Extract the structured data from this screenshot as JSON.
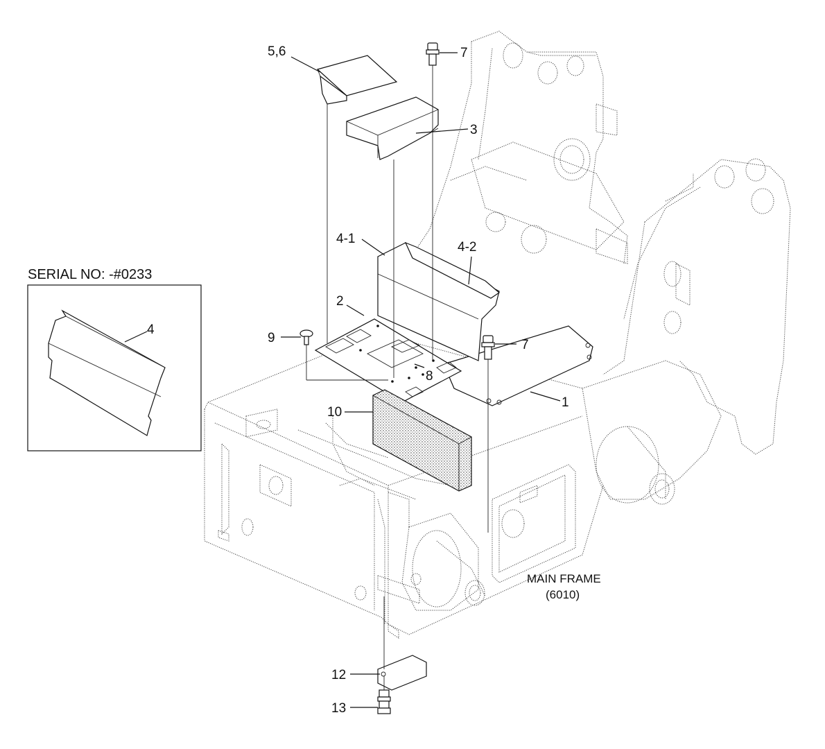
{
  "callouts": {
    "c56": "5,6",
    "c7a": "7",
    "c3": "3",
    "c41": "4-1",
    "c42": "4-2",
    "c2": "2",
    "c9": "9",
    "c7b": "7",
    "c8": "8",
    "c1": "1",
    "c10": "10",
    "c12": "12",
    "c13": "13"
  },
  "inset": {
    "title": "SERIAL NO: -#0233",
    "part_label": "4"
  },
  "frame_note": {
    "line1": "MAIN FRAME",
    "line2": "(6010)"
  }
}
